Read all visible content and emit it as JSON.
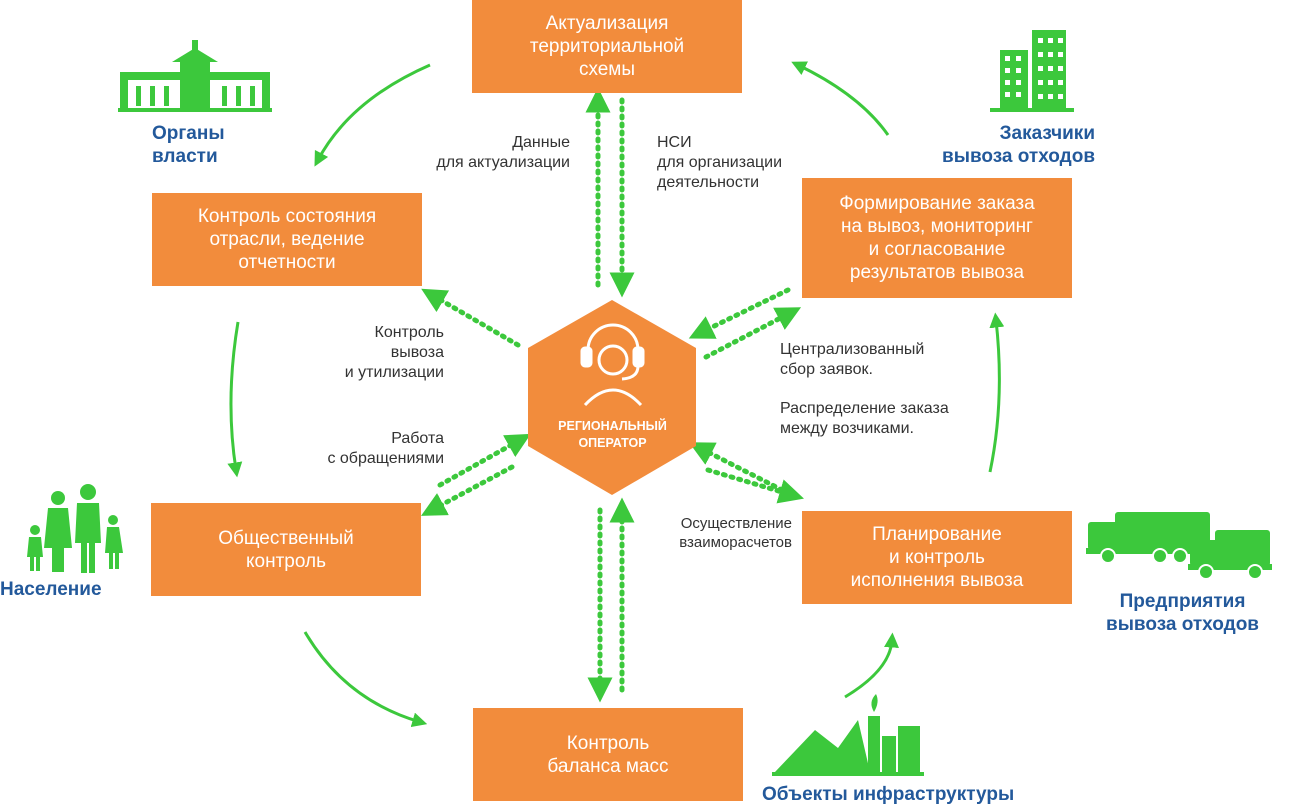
{
  "hub": {
    "label": "РЕГИОНАЛЬНЫЙ\nОПЕРАТОР",
    "icon": "operator-headset-icon"
  },
  "process_boxes": {
    "territorial_scheme": "Актуализация\nтерриториальной\nсхемы",
    "industry_control": "Контроль состояния\nотрасли, ведение\nотчетности",
    "order_forming": "Формирование заказа\nна вывоз, мониторинг\nи согласование\nрезультатов вывоза",
    "public_control": "Общественный\nконтроль",
    "planning_control": "Планирование\nи контроль\nисполнения вывоза",
    "mass_balance": "Контроль\nбаланса масс"
  },
  "flow_labels": {
    "data_for_update": "Данные\nдля актуализации",
    "nsi": "НСИ\nдля организации\nдеятельности",
    "removal_control": "Контроль\nвывоза\nи утилизации",
    "appeals": "Работа\nс обращениями",
    "central_collection": "Централизованный\nсбор заявок.",
    "order_distribution": "Распределение заказа\nмежду возчиками.",
    "settlements": "Осуществление\nвзаиморасчетов"
  },
  "actors": {
    "authorities": "Органы\nвласти",
    "customers": "Заказчики\nвывоза отходов",
    "population": "Население",
    "removal_companies": "Предприятия\nвывоза отходов",
    "infrastructure": "Объекты инфраструктуры"
  },
  "icons": [
    "government-building-icon",
    "office-buildings-icon",
    "family-icon",
    "garbage-trucks-icon",
    "landfill-plant-icon",
    "operator-headset-icon"
  ],
  "colors": {
    "box": "#f28c3c",
    "arrow": "#3cc83c",
    "actor_text": "#23599b",
    "label_text": "#333333"
  }
}
